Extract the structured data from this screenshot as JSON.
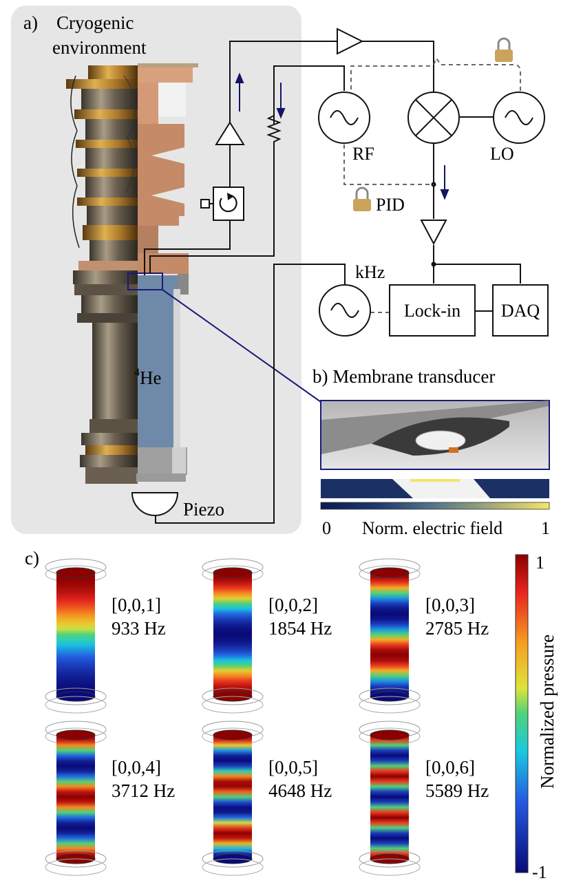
{
  "panel_a": {
    "label": "a)",
    "title_line1": "Cryogenic",
    "title_line2": "environment",
    "helium_sup": "4",
    "helium_label": "He",
    "piezo_label": "Piezo"
  },
  "circuit": {
    "rf_label": "RF",
    "lo_label": "LO",
    "pid_label": "PID",
    "khz_label": "kHz",
    "lockin_label": "Lock-in",
    "daq_label": "DAQ"
  },
  "panel_b": {
    "label": "b) Membrane transducer",
    "colorbar_min": "0",
    "colorbar_title": "Norm. electric field",
    "colorbar_max": "1"
  },
  "panel_c": {
    "label": "c)",
    "colorbar_max": "1",
    "colorbar_min": "-1",
    "colorbar_title": "Normalized pressure",
    "modes": [
      {
        "mode": "[0,0,1]",
        "freq": "933 Hz",
        "n": 1
      },
      {
        "mode": "[0,0,2]",
        "freq": "1854 Hz",
        "n": 2
      },
      {
        "mode": "[0,0,3]",
        "freq": "2785 Hz",
        "n": 3
      },
      {
        "mode": "[0,0,4]",
        "freq": "3712 Hz",
        "n": 4
      },
      {
        "mode": "[0,0,5]",
        "freq": "4648 Hz",
        "n": 5
      },
      {
        "mode": "[0,0,6]",
        "freq": "5589 Hz",
        "n": 6
      }
    ]
  },
  "colors": {
    "panel_bg": "#e6e6e6",
    "arrow_navy": "#141464",
    "zoom_line": "#1a1a7a",
    "helium_fill": "#6f8aa8",
    "copper": "#c58a68",
    "lock_gold": "#c9a45a"
  },
  "icons": [
    "padlock-icon",
    "amplifier-icon",
    "mixer-icon",
    "sine-source-icon",
    "circulator-icon",
    "resistor-icon"
  ]
}
